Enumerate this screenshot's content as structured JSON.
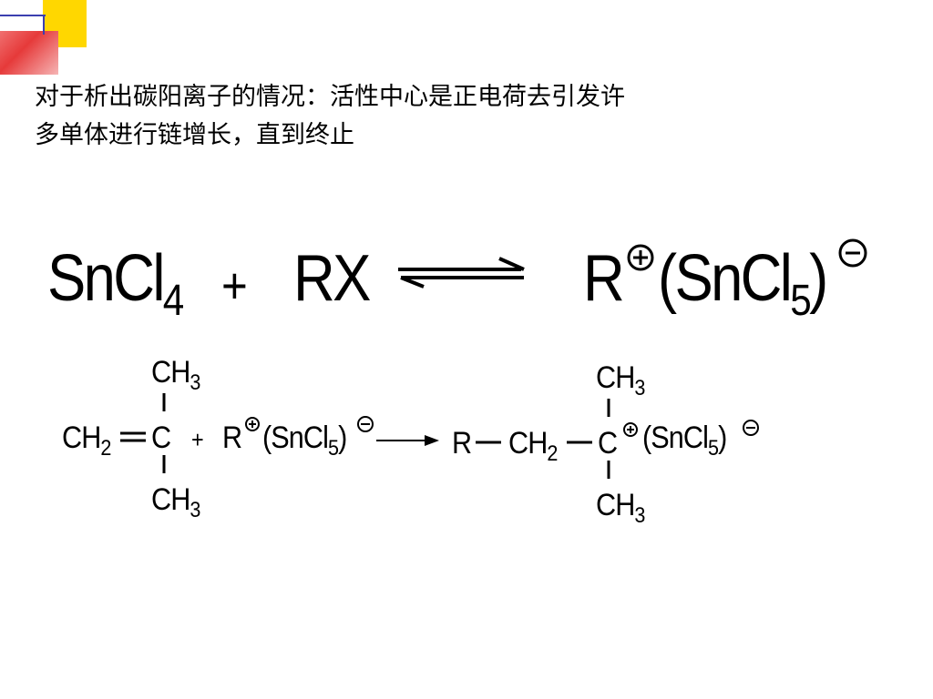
{
  "text": {
    "line1": "对于析出碳阳离子的情况：活性中心是正电荷去引发许",
    "line2": "多单体进行链增长，直到终止"
  },
  "eq1": {
    "sncl4": "SnCl",
    "sub4": "4",
    "plus": "+",
    "rx": "RX",
    "r": "R",
    "paren_open": "(",
    "sncl5": "SnCl",
    "sub5": "5",
    "paren_close": ")"
  },
  "eq2": {
    "ch3": "CH",
    "sub3": "3",
    "ch2": "CH",
    "sub2": "2",
    "c": "C",
    "plus": "+",
    "r": "R",
    "sncl5_open": "(SnCl",
    "sub5": "5",
    "close": ")"
  },
  "colors": {
    "deco_yellow": "#ffd700",
    "deco_red": "#e63a3a",
    "deco_blue": "#3b3fb0"
  }
}
